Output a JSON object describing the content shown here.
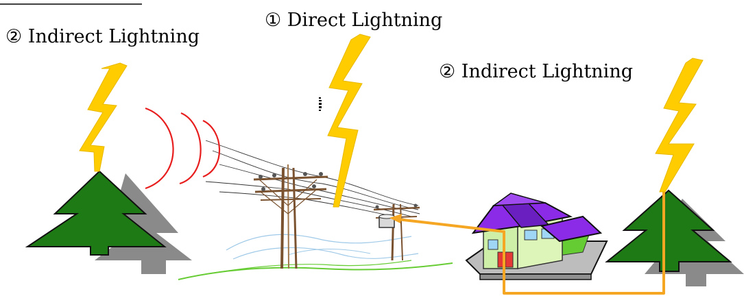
{
  "labels": {
    "direct": "① Direct Lightning",
    "indirect_left": "② Indirect Lightning",
    "indirect_right": "② Indirect Lightning"
  },
  "colors": {
    "lightning": "#FFCC00",
    "tree": "#1E7A14",
    "shadow": "#8A8A8A",
    "induction_waves": "#E81E1E",
    "surge_path": "#F5A623",
    "roof": "#8B2BE8",
    "wall": "#CDEFA8",
    "door": "#E53935",
    "ground_green": "#66CC33",
    "ground_blue": "#9EC9E8"
  },
  "icons": [
    "lightning-bolt-icon",
    "tree-icon",
    "house-icon",
    "utility-pole-icon",
    "transformer-icon"
  ]
}
